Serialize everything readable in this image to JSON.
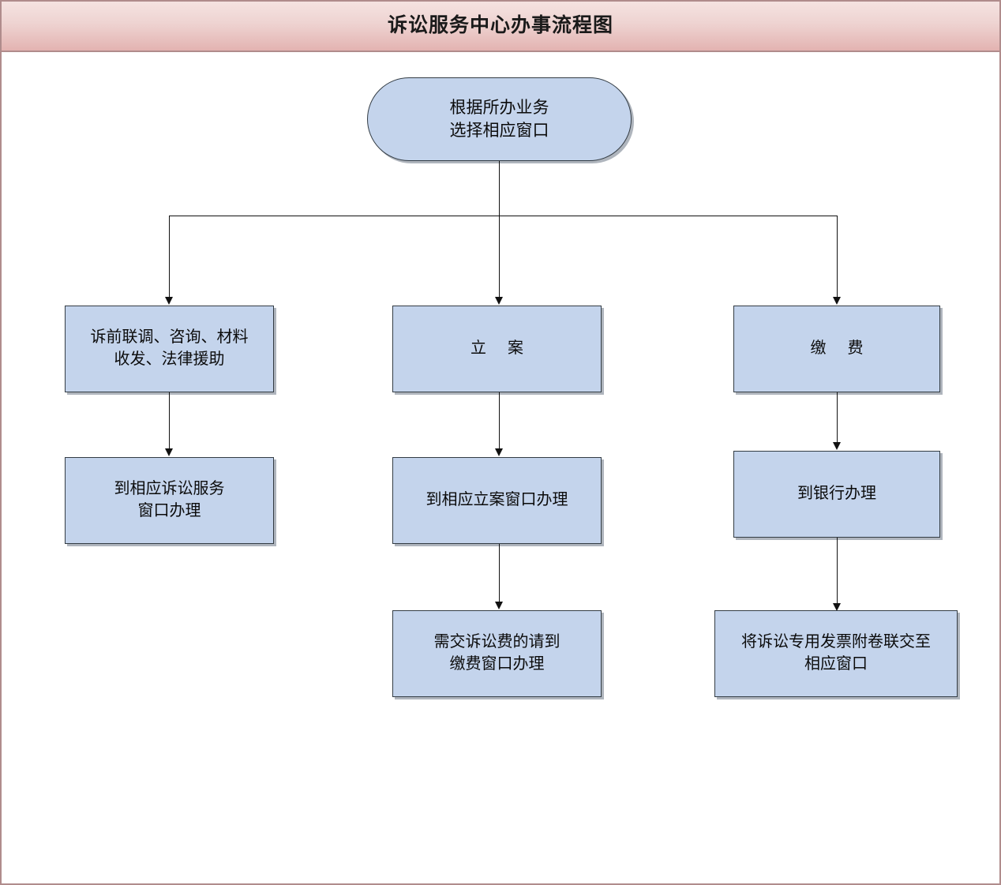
{
  "page": {
    "title": "诉讼服务中心办事流程图",
    "border_color": "#b08c8c",
    "header_gradient_top": "#f5e3e1",
    "header_gradient_bottom": "#e3b3b1",
    "node_fill": "#c4d4ec",
    "node_border": "#333c44",
    "connector_color": "#111111",
    "background": "#ffffff"
  },
  "flowchart": {
    "type": "flowchart",
    "orientation": "top-down",
    "start": {
      "id": "start",
      "shape": "stadium",
      "label": "根据所办业务\n选择相应窗口"
    },
    "branches": [
      {
        "id": "branch-1",
        "steps": [
          {
            "id": "b1-s1",
            "shape": "rect",
            "label": "诉前联调、咨询、材料\n收发、法律援助"
          },
          {
            "id": "b1-s2",
            "shape": "rect",
            "label": "到相应诉讼服务\n窗口办理"
          }
        ]
      },
      {
        "id": "branch-2",
        "steps": [
          {
            "id": "b2-s1",
            "shape": "rect",
            "label": "立 案"
          },
          {
            "id": "b2-s2",
            "shape": "rect",
            "label": "到相应立案窗口办理"
          },
          {
            "id": "b2-s3",
            "shape": "rect",
            "label": "需交诉讼费的请到\n缴费窗口办理"
          }
        ]
      },
      {
        "id": "branch-3",
        "steps": [
          {
            "id": "b3-s1",
            "shape": "rect",
            "label": "缴 费"
          },
          {
            "id": "b3-s2",
            "shape": "rect",
            "label": "到银行办理"
          },
          {
            "id": "b3-s3",
            "shape": "rect",
            "label": "将诉讼专用发票附卷联交至\n相应窗口"
          }
        ]
      }
    ]
  }
}
